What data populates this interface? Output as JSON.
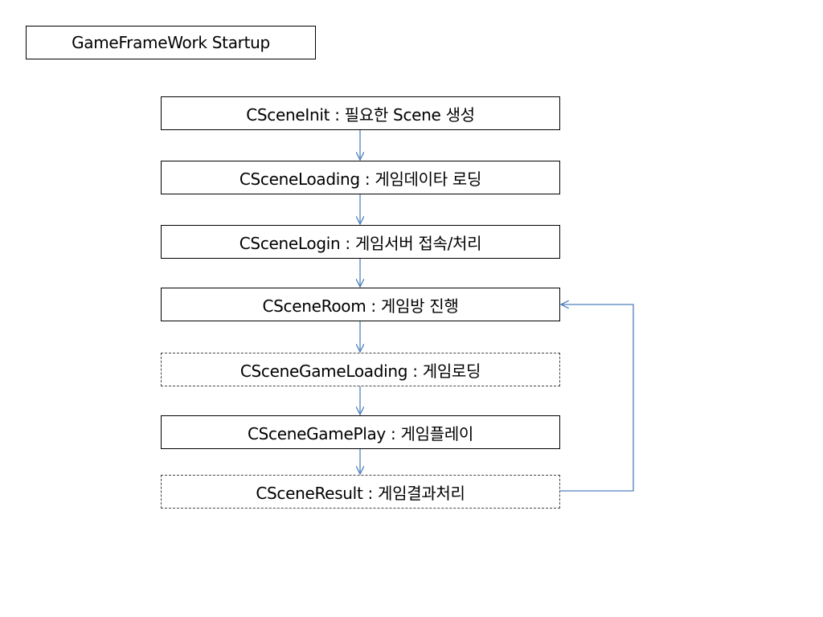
{
  "title": "GameFrameWork Startup",
  "steps": [
    {
      "label": "CSceneInit : 필요한 Scene 생성",
      "style": "solid"
    },
    {
      "label": "CSceneLoading : 게임데이타 로딩",
      "style": "solid"
    },
    {
      "label": "CSceneLogin : 게임서버 접속/처리",
      "style": "solid"
    },
    {
      "label": "CSceneRoom : 게임방 진행",
      "style": "solid"
    },
    {
      "label": "CSceneGameLoading : 게임로딩",
      "style": "dashed"
    },
    {
      "label": "CSceneGamePlay : 게임플레이",
      "style": "solid"
    },
    {
      "label": "CSceneResult : 게임결과처리",
      "style": "dashed"
    }
  ],
  "loop": {
    "from_step": 6,
    "to_step": 3
  },
  "colors": {
    "connector": "#4F81BD",
    "box_border": "#000000"
  }
}
